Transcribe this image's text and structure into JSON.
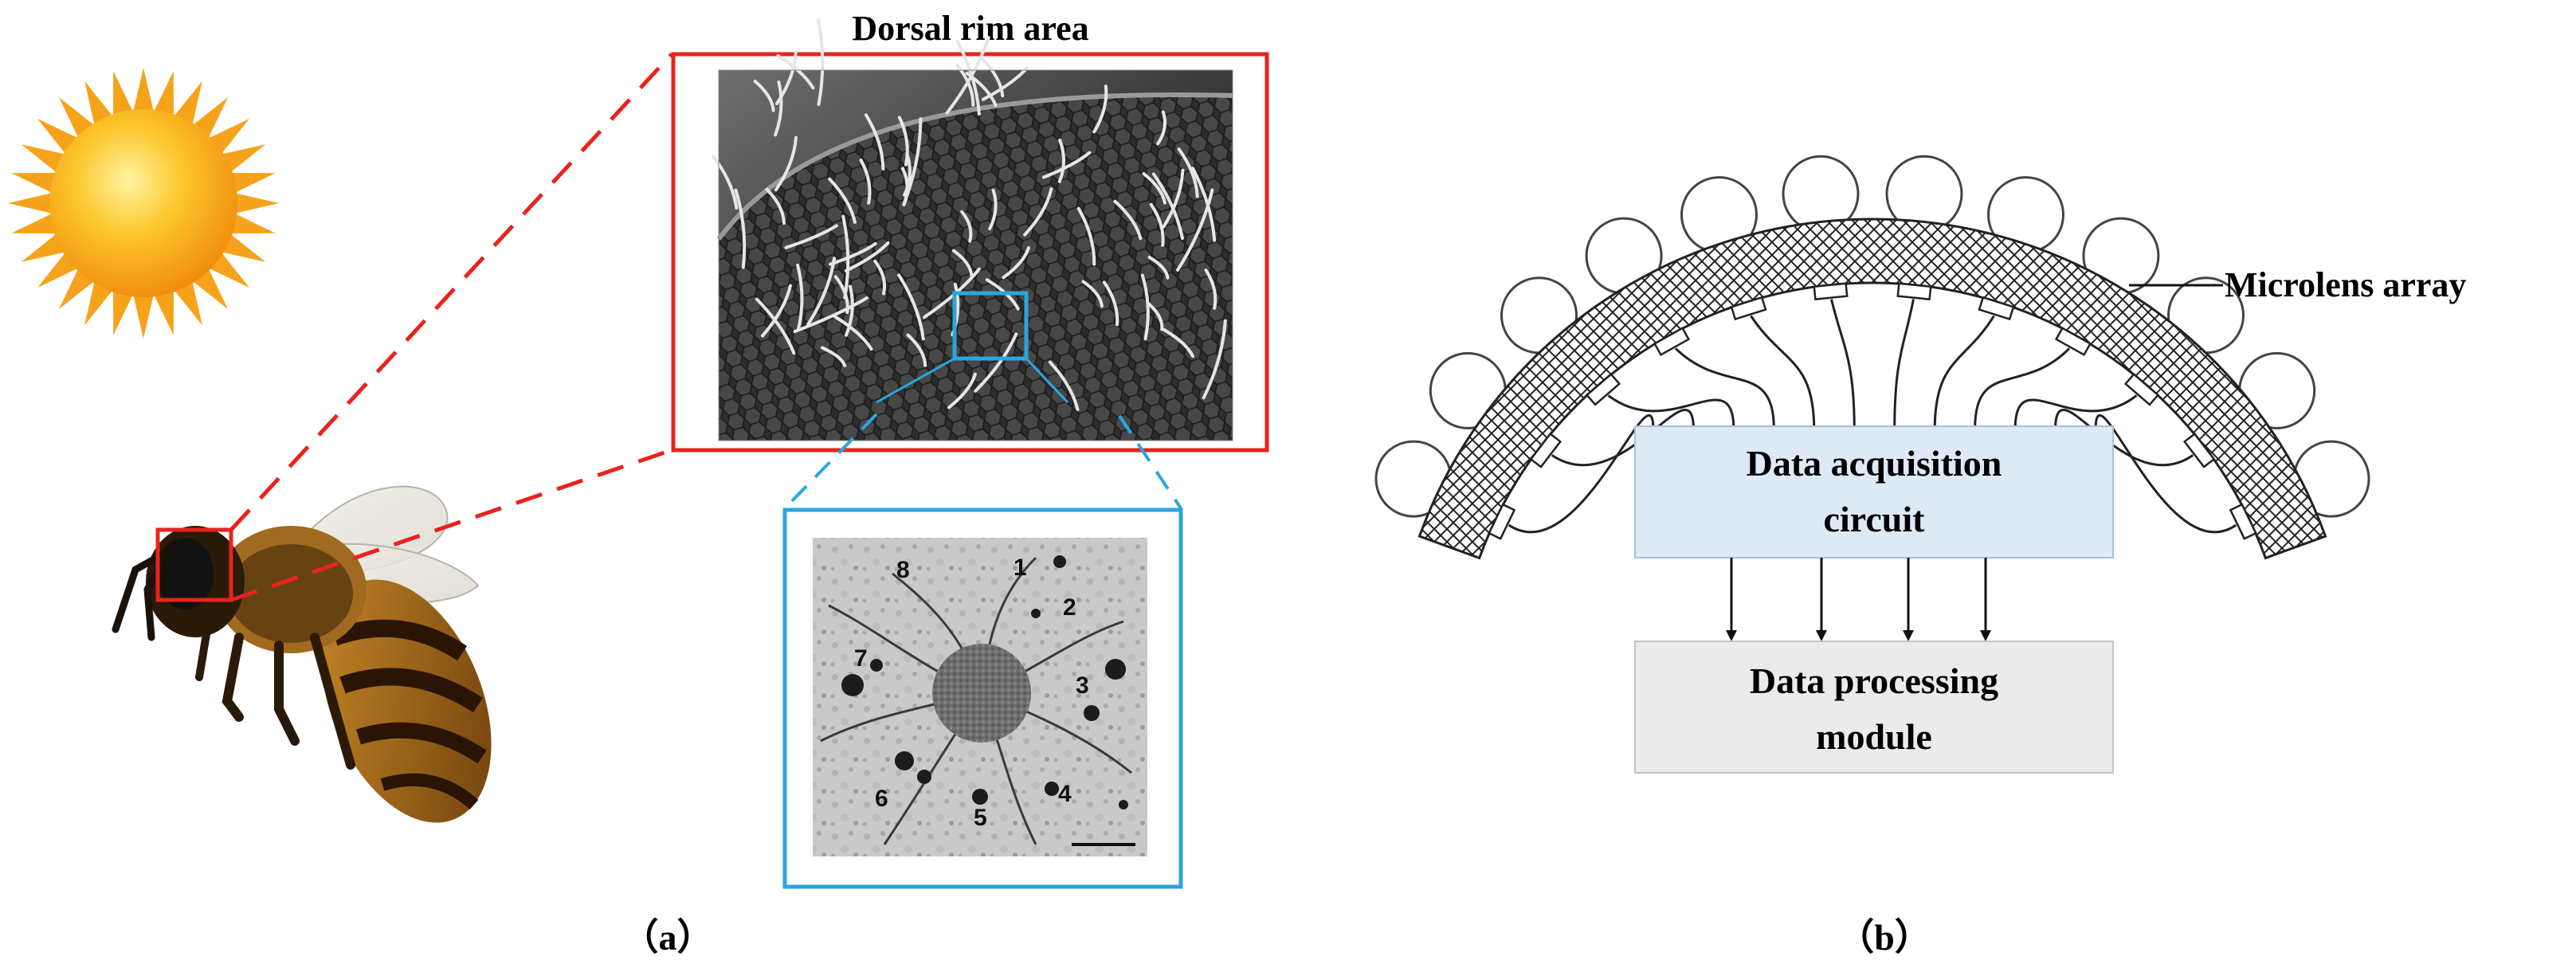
{
  "panel_a": {
    "title": "Dorsal rim area",
    "caption": "（a）",
    "micrograph_numbers": [
      "1",
      "2",
      "3",
      "4",
      "5",
      "6",
      "7",
      "8"
    ]
  },
  "panel_b": {
    "microlens_label": "Microlens array",
    "acquisition_box": {
      "line1": "Data acquisition",
      "line2": "circuit",
      "fill": "#dde9f4"
    },
    "processing_box": {
      "line1": "Data processing",
      "line2": "module",
      "fill": "#ebebeb"
    },
    "caption": "（b）"
  },
  "colors": {
    "zoom_red": "#e8231c",
    "zoom_blue": "#2aa6df",
    "sun": "#f7a21b"
  },
  "icons": [
    "sun-icon",
    "bee-illustration",
    "compound-eye-sem-image",
    "rhabdom-micrograph"
  ]
}
